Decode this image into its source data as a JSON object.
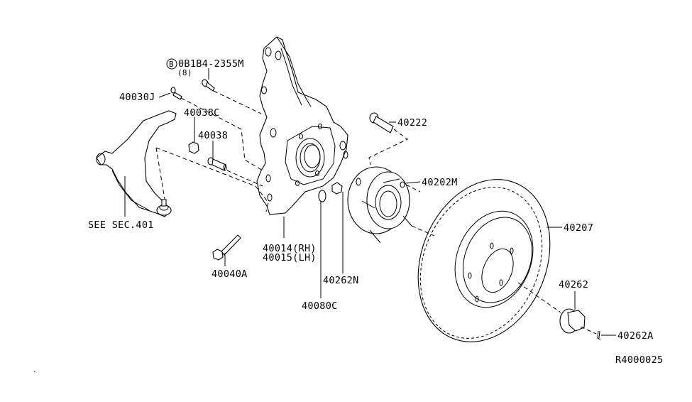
{
  "diagram": {
    "type": "exploded-parts-diagram",
    "reference_code": "R4000025",
    "parts": [
      {
        "id": "bolt-0b1b4",
        "label": "0B1B4-2355M",
        "qty": "(8)",
        "badge": "B"
      },
      {
        "id": "40030J",
        "label": "40030J"
      },
      {
        "id": "40038C",
        "label": "40038C"
      },
      {
        "id": "40038",
        "label": "40038"
      },
      {
        "id": "see-sec",
        "label": "SEE SEC.401"
      },
      {
        "id": "40040A",
        "label": "40040A"
      },
      {
        "id": "40014",
        "label": "40014(RH)"
      },
      {
        "id": "40015",
        "label": "40015(LH)"
      },
      {
        "id": "40080C",
        "label": "40080C"
      },
      {
        "id": "40262N",
        "label": "40262N"
      },
      {
        "id": "40222",
        "label": "40222"
      },
      {
        "id": "40202M",
        "label": "40202M"
      },
      {
        "id": "40207",
        "label": "40207"
      },
      {
        "id": "40262",
        "label": "40262"
      },
      {
        "id": "40262A",
        "label": "40262A"
      }
    ]
  }
}
